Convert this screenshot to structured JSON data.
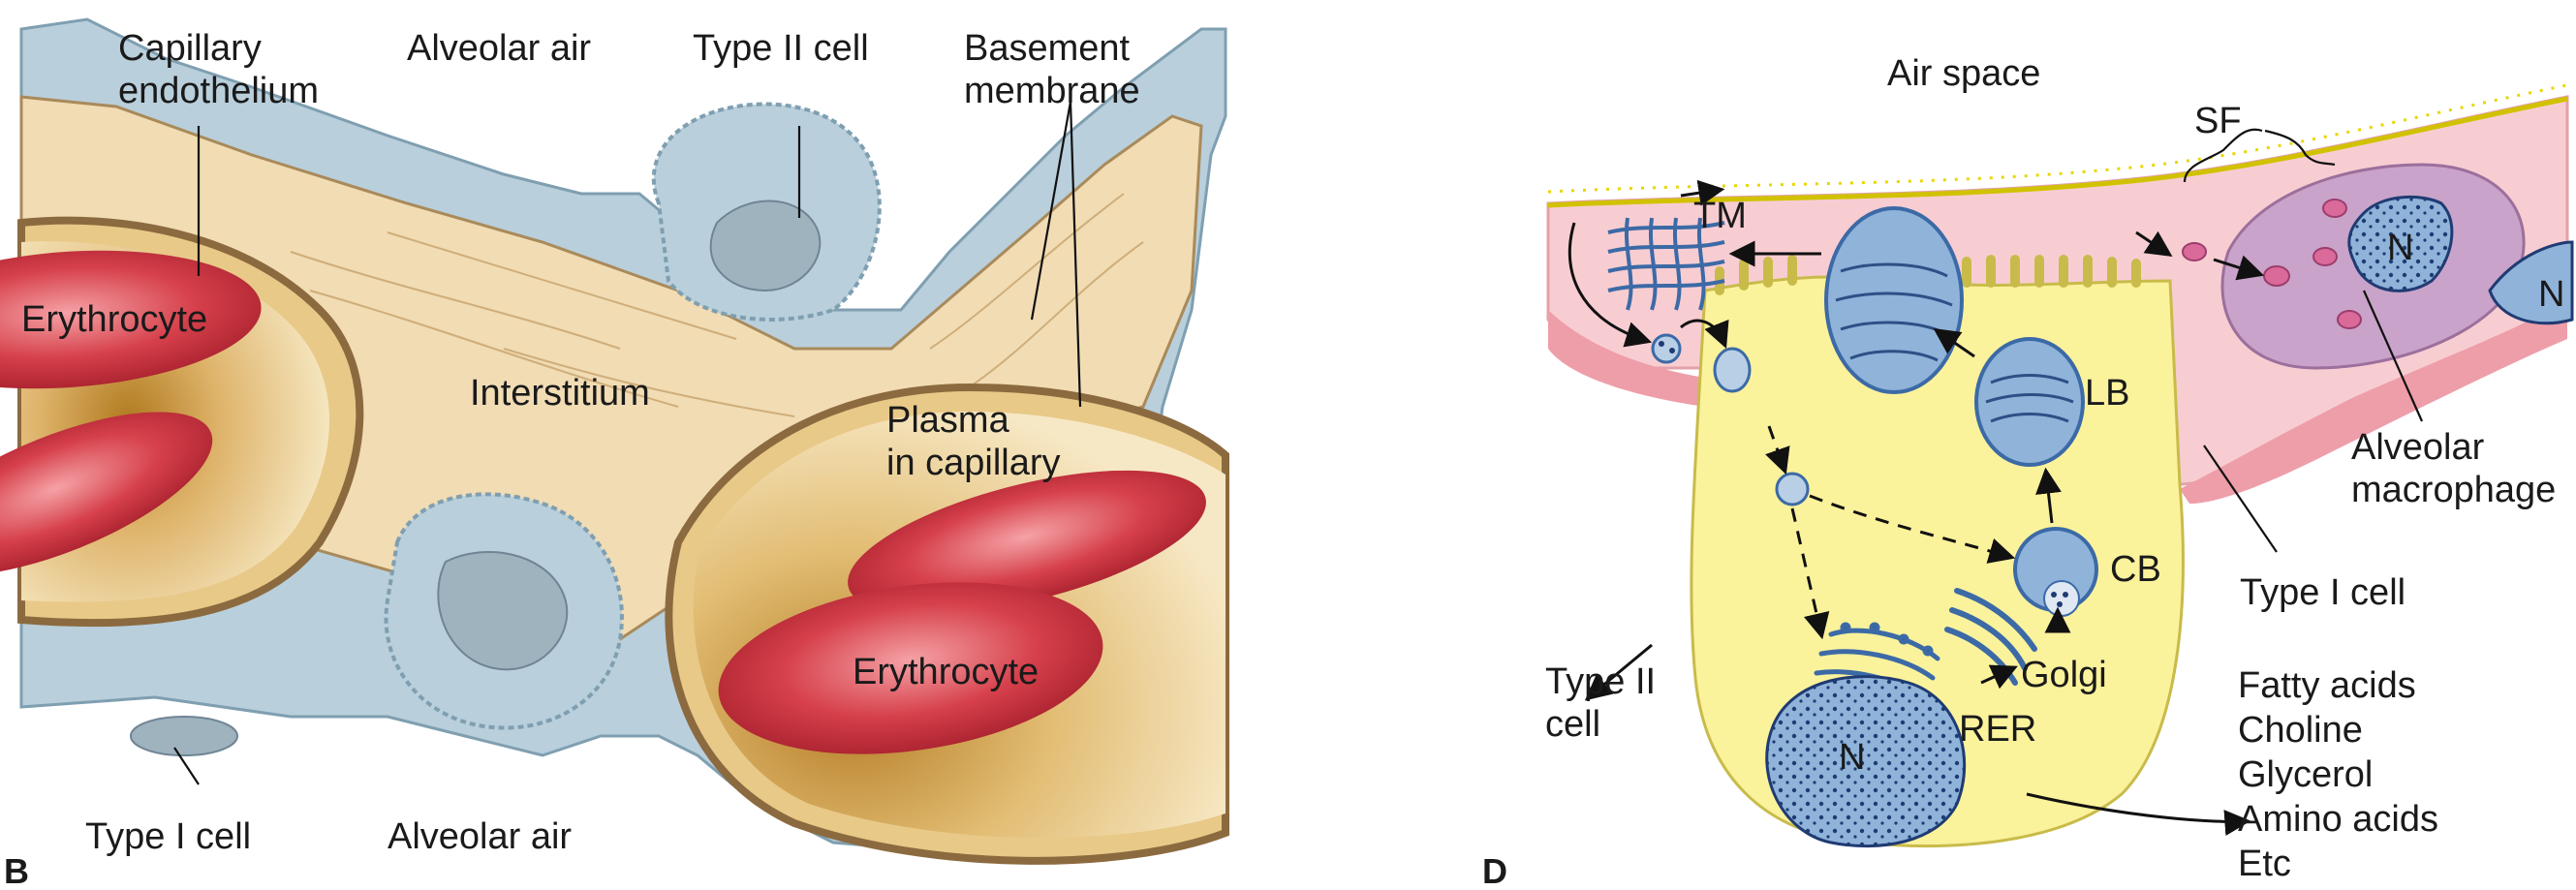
{
  "panel_b": {
    "letter": "B",
    "labels": {
      "capillary_endothelium_1": "Capillary",
      "capillary_endothelium_2": "endothelium",
      "alveolar_air_top": "Alveolar air",
      "type_ii_cell": "Type II cell",
      "basement_membrane_1": "Basement",
      "basement_membrane_2": "membrane",
      "erythrocyte_left": "Erythrocyte",
      "interstitium": "Interstitium",
      "plasma_1": "Plasma",
      "plasma_2": "in capillary",
      "erythrocyte_right": "Erythrocyte",
      "type_i_cell": "Type I cell",
      "alveolar_air_bottom": "Alveolar air"
    }
  },
  "panel_d": {
    "letter": "D",
    "labels": {
      "air_space": "Air space",
      "sf": "SF",
      "tm": "TM",
      "n_macrophage": "N",
      "n_right": "N",
      "lb": "LB",
      "cb": "CB",
      "alveolar_macrophage_1": "Alveolar",
      "alveolar_macrophage_2": "macrophage",
      "type_i_cell": "Type I cell",
      "type_ii_cell_1": "Type II",
      "type_ii_cell_2": "cell",
      "golgi": "Golgi",
      "rer": "RER",
      "n_nucleus": "N"
    },
    "precursors": [
      "Fatty acids",
      "Choline",
      "Glycerol",
      "Amino acids",
      "Etc"
    ]
  },
  "colors": {
    "epithelium": "#b9cfdc",
    "interstitium": "#f1dcb4",
    "erythrocyte": "#d2404a",
    "plasma": "#e6c68a",
    "cell_yellow": "#fbf29c",
    "type_i_pink": "#f8cdd2",
    "macrophage": "#c9a3c9",
    "organelle_blue": "#8fb3d9"
  }
}
